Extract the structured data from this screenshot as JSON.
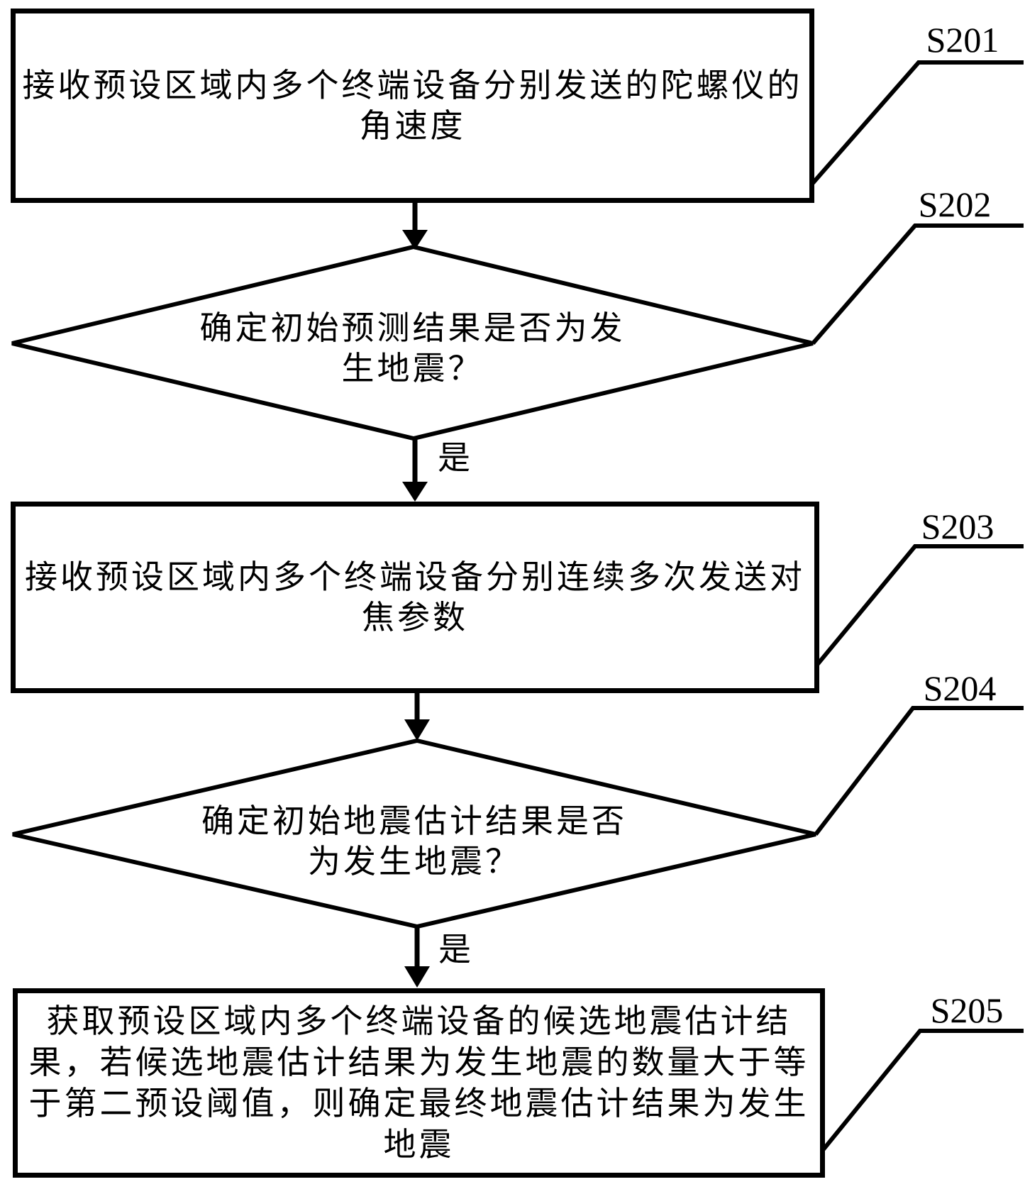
{
  "flowchart": {
    "background_color": "#ffffff",
    "line_color": "#000000",
    "text_color": "#000000",
    "steps": [
      {
        "id": "S201",
        "shape": "process",
        "lines": [
          "接收预设区域内多个终端设备分别发送的陀螺仪的",
          "角速度"
        ]
      },
      {
        "id": "S202",
        "shape": "decision",
        "lines": [
          "确定初始预测结果是否为发",
          "生地震？"
        ]
      },
      {
        "id": "S203",
        "shape": "process",
        "lines": [
          "接收预设区域内多个终端设备分别连续多次发送对",
          "焦参数"
        ]
      },
      {
        "id": "S204",
        "shape": "decision",
        "lines": [
          "确定初始地震估计结果是否",
          "为发生地震？"
        ]
      },
      {
        "id": "S205",
        "shape": "process",
        "lines": [
          "获取预设区域内多个终端设备的候选地震估计结",
          "果，若候选地震估计结果为发生地震的数量大于等",
          "于第二预设阈值，则确定最终地震估计结果为发生",
          "地震"
        ]
      }
    ],
    "connectors": [
      {
        "from": "S201",
        "to": "S202",
        "label": ""
      },
      {
        "from": "S202",
        "to": "S203",
        "label": "是"
      },
      {
        "from": "S203",
        "to": "S204",
        "label": ""
      },
      {
        "from": "S204",
        "to": "S205",
        "label": "是"
      }
    ]
  }
}
